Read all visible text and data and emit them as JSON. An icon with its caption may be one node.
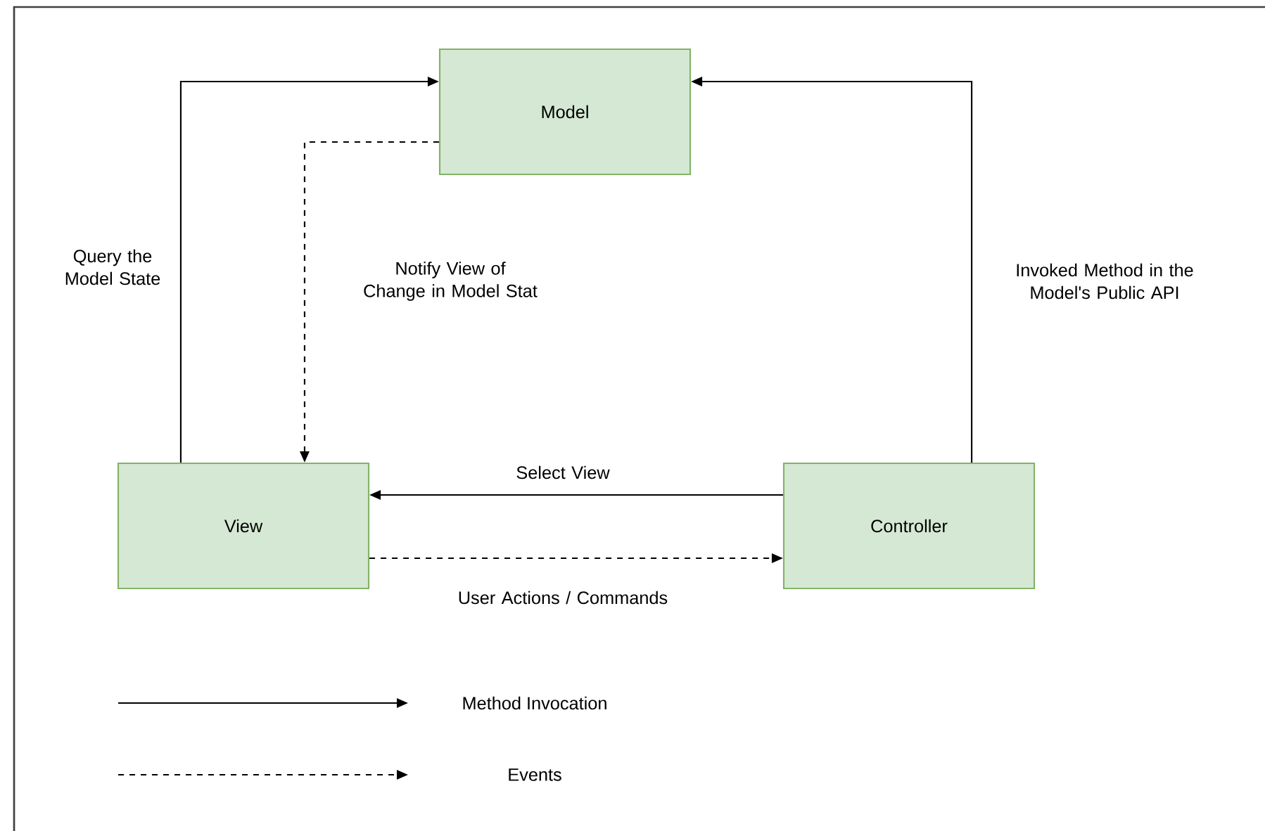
{
  "diagram": {
    "nodes": [
      {
        "text": [
          "Model"
        ]
      },
      {
        "text": [
          "View"
        ]
      },
      {
        "text": [
          "Controller"
        ]
      }
    ],
    "edges": [
      {
        "from": 1,
        "to": 0,
        "arrow": "to",
        "label": "Query the Model State"
      },
      {
        "from": 0,
        "to": 1,
        "arrow": "to",
        "style": "dashed",
        "label": "Notify View of Change in Model Stat"
      },
      {
        "from": 2,
        "to": 0,
        "arrow": "to",
        "label": "Invoked Method in the Model's Public API"
      },
      {
        "from": 2,
        "to": 1,
        "arrow": "to",
        "label": "Select View"
      },
      {
        "from": 1,
        "to": 2,
        "arrow": "to",
        "style": "dashed",
        "label": "User Actions / Commands"
      }
    ],
    "legend": [
      {
        "text": "Method Invocation"
      },
      {
        "text": "Events"
      }
    ]
  }
}
